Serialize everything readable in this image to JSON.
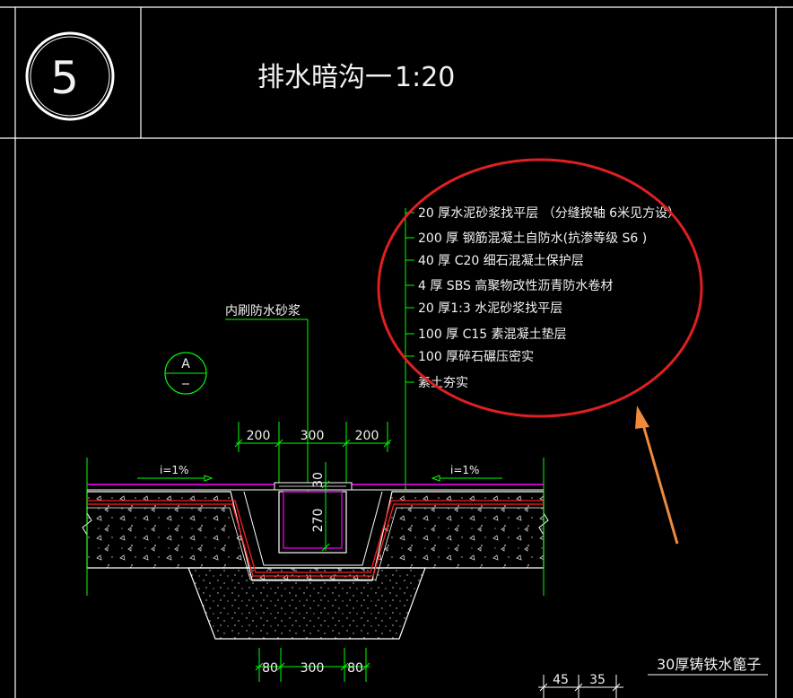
{
  "title": {
    "number": "5",
    "text": "排水暗沟一",
    "scale": "1:20"
  },
  "labels": {
    "inner_coating": "内刷防水砂浆",
    "section_mark": "A",
    "grate": "30厚铸铁水篦子"
  },
  "layers": [
    "20 厚水泥砂浆找平层   （分缝按轴  6米见方设）",
    "200 厚 钢筋混凝土自防水(抗渗等级     S6 )",
    "40 厚 C20 细石混凝土保护层",
    "4 厚 SBS 高聚物改性沥青防水卷材",
    "20 厚1:3  水泥砂浆找平层",
    "100  厚 C15  素混凝土垫层",
    "100  厚碎石碾压密实",
    "素土夯实"
  ],
  "dimensions": {
    "top": [
      "200",
      "300",
      "200"
    ],
    "bottom": [
      "80",
      "300",
      "80"
    ],
    "depth_top": "30",
    "depth_main": "270",
    "detail": [
      "45",
      "35"
    ]
  },
  "slopes": {
    "left": "i=1%",
    "right": "i=1%"
  },
  "colors": {
    "line_white": "#ffffff",
    "dim_green": "#00ff00",
    "membrane_red": "#ff2020",
    "magenta": "#ff00ff",
    "highlight_circle": "#e02020",
    "arrow_orange": "#f08a3c"
  }
}
